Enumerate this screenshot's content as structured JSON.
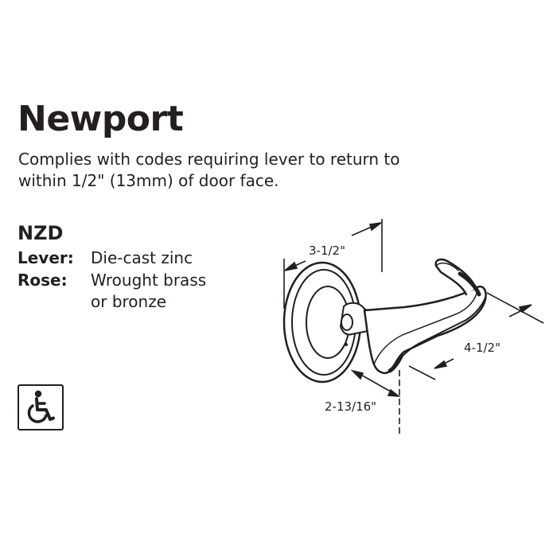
{
  "product": {
    "title": "Newport",
    "description_line1": "Complies with codes requiring lever to return to",
    "description_line2": "within 1/2\" (13mm) of door face."
  },
  "model": {
    "code": "NZD",
    "lever_label": "Lever:",
    "lever_value": "Die-cast zinc",
    "rose_label": "Rose:",
    "rose_value_line1": "Wrought brass",
    "rose_value_line2": "or bronze"
  },
  "icons": {
    "accessibility": "wheelchair-icon"
  },
  "drawing": {
    "dim_rose_projection": "3-1/2\"",
    "dim_lever_length": "4-1/2\"",
    "dim_return": "2-13/16\""
  }
}
